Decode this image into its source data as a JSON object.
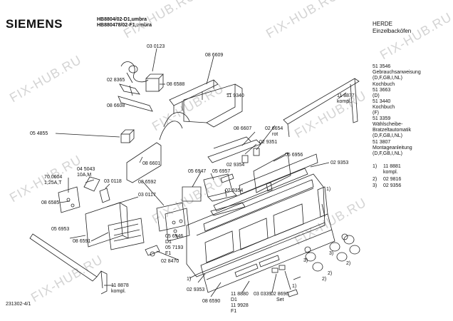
{
  "header": {
    "brand": "SIEMENS",
    "model_lines": [
      "HB8804/02-D1,umbra",
      "HB880478/02-F1,umbra"
    ],
    "product": "HERDE",
    "product_sub": "Einzelbacköfen"
  },
  "watermark": "FIX-HUB.RU",
  "doc_number": "231302-4/1",
  "right_panel": [
    {
      "part": "51 3546",
      "text": "Gebrauchsanweisung"
    },
    {
      "text": "(D,F,GB,I,NL)"
    },
    {
      "part": "51 3663",
      "text": "Kochbuch"
    },
    {
      "text": "(D)"
    },
    {
      "part": "51 3440",
      "text": "Kochbuch"
    },
    {
      "text": "(F)"
    },
    {
      "part": "51 3359",
      "text": "Wählscheibe-"
    },
    {
      "text": "Bratzeltautomatik"
    },
    {
      "text": "(D,F,GB,I,NL)"
    },
    {
      "part": "51 3807",
      "text": "Montageanleitung"
    },
    {
      "text": "(D,F,GB,I,NL)"
    }
  ],
  "footnotes": [
    {
      "num": "1)",
      "part": "11 8881",
      "note": "kompl."
    },
    {
      "num": "2)",
      "part": "02 9816"
    },
    {
      "num": "3)",
      "part": "02 9356"
    }
  ],
  "labels": [
    {
      "id": "p030123",
      "text": "03 0123"
    },
    {
      "id": "p028365",
      "text": "02 8365"
    },
    {
      "id": "p086588",
      "text": "08 6588"
    },
    {
      "id": "p086609",
      "text": "08 6609"
    },
    {
      "id": "p086608",
      "text": "08 6608"
    },
    {
      "id": "p119340",
      "text": "11 9340"
    },
    {
      "id": "p118877",
      "text": "11 8877"
    },
    {
      "id": "p118877k",
      "text": "kompl."
    },
    {
      "id": "p054855",
      "text": "05 4855"
    },
    {
      "id": "p086607",
      "text": "08 6607"
    },
    {
      "id": "p026654",
      "text": "02 6654"
    },
    {
      "id": "p026654r",
      "text": "rot"
    },
    {
      "id": "p029351",
      "text": "02 9351"
    },
    {
      "id": "p086601",
      "text": "08 6601"
    },
    {
      "id": "p045043",
      "text": "04 5043"
    },
    {
      "id": "p045043b",
      "text": "10A,M"
    },
    {
      "id": "p700604",
      "text": "70 0604"
    },
    {
      "id": "p700604b",
      "text": "1,25A,T"
    },
    {
      "id": "p030118",
      "text": "03 0118"
    },
    {
      "id": "p056947",
      "text": "05 6947"
    },
    {
      "id": "p056957",
      "text": "05 6957"
    },
    {
      "id": "p029354a",
      "text": "02 9354"
    },
    {
      "id": "p056956",
      "text": "05 6956"
    },
    {
      "id": "p029353a",
      "text": "02 9353"
    },
    {
      "id": "p086592",
      "text": "08 6592"
    },
    {
      "id": "p030117",
      "text": "03 0117"
    },
    {
      "id": "p029354b",
      "text": "02 9354"
    },
    {
      "id": "p086585",
      "text": "08 6585"
    },
    {
      "id": "p056953",
      "text": "05 6953"
    },
    {
      "id": "p086591",
      "text": "08 6591"
    },
    {
      "id": "p056946",
      "text": "05 6946"
    },
    {
      "id": "p056946b",
      "text": "D1"
    },
    {
      "id": "p057193",
      "text": "05 7193"
    },
    {
      "id": "p057193b",
      "text": "F1"
    },
    {
      "id": "p028470",
      "text": "02 8470"
    },
    {
      "id": "p118878",
      "text": "11 8878"
    },
    {
      "id": "p118878k",
      "text": "kompl."
    },
    {
      "id": "p029353b",
      "text": "02 9353"
    },
    {
      "id": "p086590",
      "text": "08 6590"
    },
    {
      "id": "p118880",
      "text": "11 8880"
    },
    {
      "id": "p118880b",
      "text": "D1"
    },
    {
      "id": "p119928",
      "text": "11 9928"
    },
    {
      "id": "p119928b",
      "text": "F1"
    },
    {
      "id": "p030339",
      "text": "03 0339"
    },
    {
      "id": "p028696",
      "text": "02 8696"
    },
    {
      "id": "p028696b",
      "text": "Set"
    },
    {
      "id": "c1a",
      "text": "1)"
    },
    {
      "id": "c1b",
      "text": "1)"
    },
    {
      "id": "c1c",
      "text": "1)"
    },
    {
      "id": "c2a",
      "text": "2)"
    },
    {
      "id": "c2b",
      "text": "2)"
    },
    {
      "id": "c2c",
      "text": "2)"
    },
    {
      "id": "c3a",
      "text": "3)"
    },
    {
      "id": "c3b",
      "text": "3)"
    }
  ]
}
